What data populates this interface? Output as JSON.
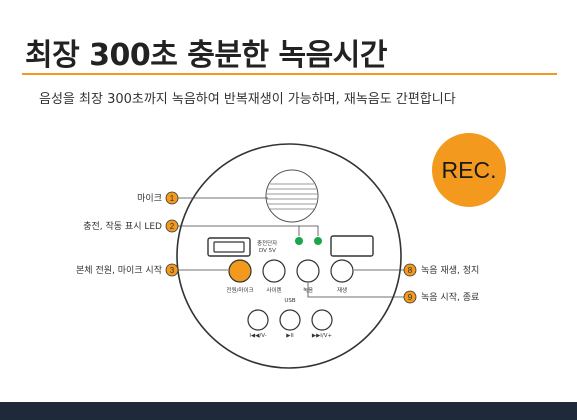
{
  "header": {
    "title": "최장 300초 충분한 녹음시간",
    "subtitle": "음성을 최장 300초까지 녹음하여 반복재생이 가능하며, 재녹음도 간편합니다"
  },
  "badge": {
    "label": "REC."
  },
  "callouts": [
    {
      "number": "1",
      "label": "마이크"
    },
    {
      "number": "2",
      "label": "충전, 작동 표시 LED"
    },
    {
      "number": "3",
      "label": "본체 전원, 마이크 시작"
    },
    {
      "number": "8",
      "label": "녹음 재생, 정지"
    },
    {
      "number": "9",
      "label": "녹음 시작, 종료"
    }
  ],
  "device": {
    "charge_port_label_1": "충전단자",
    "charge_port_label_2": "DV 5V",
    "button_labels": [
      "전원/마이크",
      "사이렌",
      "녹음",
      "재생"
    ],
    "usb_label": "USB",
    "media_labels": [
      "I◀◀/V-",
      "▶II",
      "▶▶I/V+"
    ]
  },
  "colors": {
    "accent": "#f39a1e",
    "led": "#1aa64a",
    "footer": "#1e2a3a"
  }
}
